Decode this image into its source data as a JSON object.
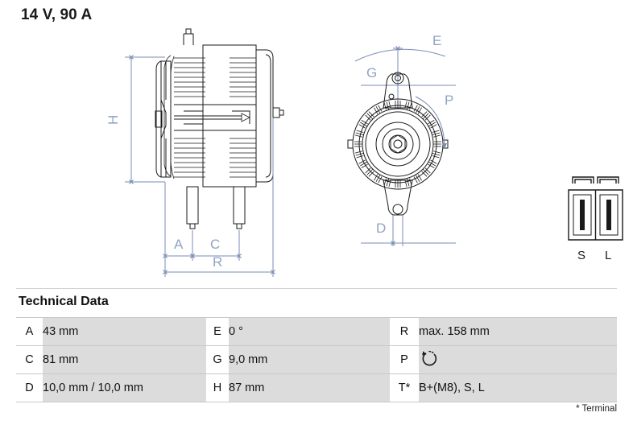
{
  "page": {
    "title": "14 V, 90 A"
  },
  "technical": {
    "heading": "Technical Data",
    "footnote": "* Terminal",
    "rows": [
      {
        "key1": "A",
        "val1": "43 mm",
        "key2": "E",
        "val2": "0 °",
        "key3": "R",
        "val3": "max. 158 mm"
      },
      {
        "key1": "C",
        "val1": "81 mm",
        "key2": "G",
        "val2": "9,0 mm",
        "key3": "P",
        "val3": ""
      },
      {
        "key1": "D",
        "val1": "10,0 mm / 10,0 mm",
        "key2": "H",
        "val2": "87 mm",
        "key3": "T*",
        "val3": "B+(M8), S, L"
      }
    ],
    "rotation_icon_name": "counterclockwise-rotation-icon"
  },
  "drawing": {
    "side_view": {
      "name": "alternator-side-view",
      "dimension_labels": [
        "H",
        "A",
        "C",
        "R"
      ]
    },
    "front_view": {
      "name": "alternator-front-view",
      "dimension_labels": [
        "E",
        "G",
        "P",
        "D"
      ]
    },
    "connector": {
      "name": "connector-plug-diagram",
      "pin_labels": [
        "S",
        "L"
      ]
    }
  },
  "colors": {
    "dimension_line": "#7a8db5",
    "dimension_label": "#93a3c4",
    "drawing_line": "#1a1a1a",
    "table_value_bg": "#dcdcdc",
    "table_border": "#c8c8c8"
  }
}
